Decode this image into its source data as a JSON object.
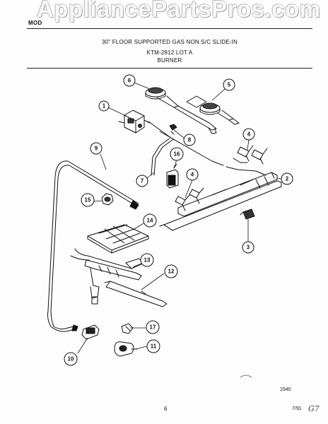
{
  "watermark": "AppliancePartsPros.com",
  "model_fragment": "MOD",
  "header": {
    "line1": "30\" FLOOR SUPPORTED GAS NON S/C SLIDE-IN",
    "line2": "KTM-2812 LOT A",
    "line3": "BURNER"
  },
  "callouts": [
    "1",
    "2",
    "3",
    "4",
    "4",
    "5",
    "6",
    "7",
    "8",
    "9",
    "10",
    "11",
    "12",
    "13",
    "14",
    "15",
    "16",
    "17"
  ],
  "footer": {
    "code": "1540",
    "page": "6",
    "date": "7/91",
    "handwritten": "G7"
  }
}
